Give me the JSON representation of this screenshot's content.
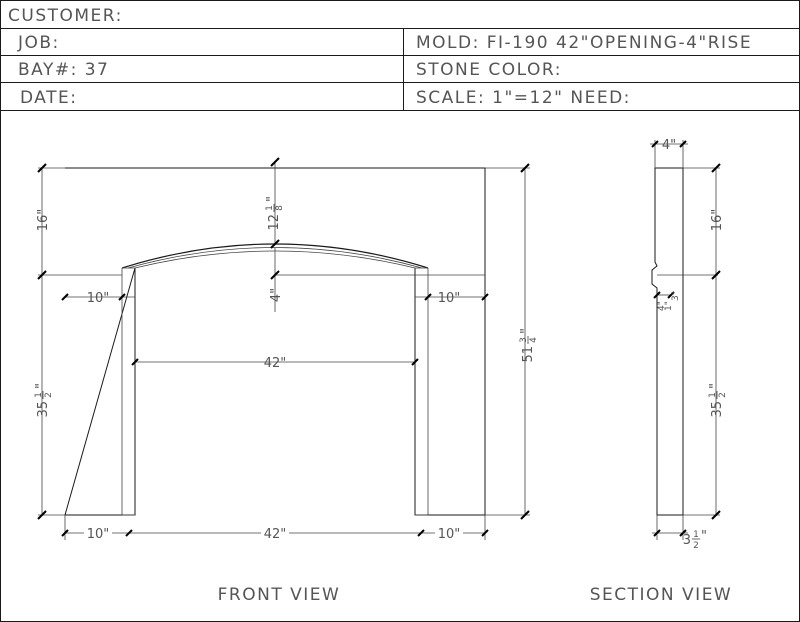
{
  "title_block": {
    "customer_label": "CUSTOMER:",
    "job_label": "JOB:",
    "bay_label": "BAY#:  37",
    "date_label": "DATE:",
    "mold_label": "MOLD:  FI-190  42\"OPENING-4\"RISE",
    "stone_color_label": "STONE  COLOR:",
    "scale_label": "SCALE:  1\"=12\"  NEED:"
  },
  "front_view": {
    "caption": "FRONT  VIEW",
    "dim_top_height": "16\"",
    "dim_arch_rise": "12",
    "dim_arch_rise_num": "1",
    "dim_arch_rise_den": "8",
    "dim_arch_rise_unit": "\"",
    "dim_rise": "4\"",
    "dim_left_top_leg": "10\"",
    "dim_right_top_leg": "10\"",
    "dim_opening_mid": "42\"",
    "dim_opening_bottom": "42\"",
    "dim_left_bottom_leg": "10\"",
    "dim_right_bottom_leg": "10\"",
    "dim_leg_height": "35",
    "dim_leg_height_num": "1",
    "dim_leg_height_den": "2",
    "dim_leg_height_unit": "\"",
    "dim_total_height": "51",
    "dim_total_height_num": "3",
    "dim_total_height_den": "4",
    "dim_total_height_unit": "\""
  },
  "section_view": {
    "caption": "SECTION  VIEW",
    "dim_top_depth": "4\"",
    "dim_top_height": "16\"",
    "dim_leg_height": "35",
    "dim_leg_height_num": "1",
    "dim_leg_height_den": "2",
    "dim_leg_height_unit": "\"",
    "dim_bottom_depth": "3",
    "dim_bottom_depth_num": "1",
    "dim_bottom_depth_den": "2",
    "dim_bottom_depth_unit": "\"",
    "dim_leg_depth_small": "4\"",
    "dim_leg_note_a": "1\"",
    "dim_leg_note_b": "3\""
  }
}
